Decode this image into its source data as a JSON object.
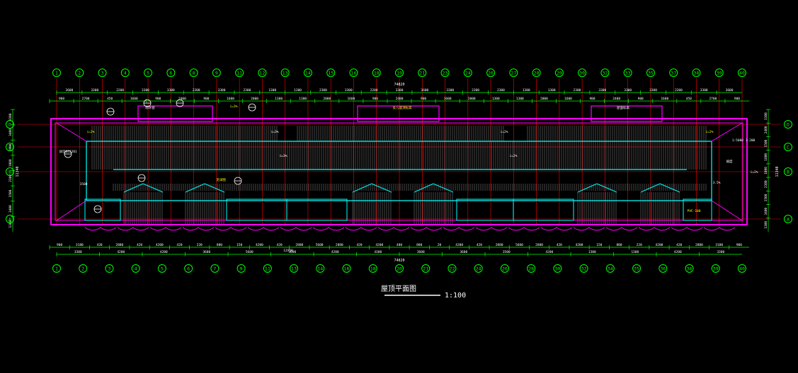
{
  "tabs": [
    "",
    "",
    ""
  ],
  "drawing": {
    "title": "屋顶平面图",
    "scale": "1:100",
    "overall_dimension": "74820",
    "side_dimension": "11340",
    "top_axes": [
      "1",
      "2",
      "3",
      "4",
      "5",
      "6",
      "8",
      "9",
      "11",
      "12",
      "13",
      "14",
      "15",
      "16",
      "18",
      "19",
      "21",
      "23",
      "24",
      "26",
      "27",
      "28",
      "29",
      "30",
      "32",
      "33",
      "35",
      "37",
      "38",
      "39",
      "40"
    ],
    "bottom_axes": [
      "1",
      "2",
      "3",
      "4",
      "5",
      "6",
      "7",
      "9",
      "11",
      "13",
      "14",
      "16",
      "18",
      "20",
      "21",
      "22",
      "24",
      "26",
      "28",
      "30",
      "32",
      "34",
      "35",
      "36",
      "38",
      "39",
      "40"
    ],
    "side_axes": [
      "D",
      "C",
      "B",
      "A"
    ],
    "top_dims_row1": [
      "3600",
      "3300",
      "2200",
      "3300",
      "3300",
      "2200",
      "3300",
      "2300",
      "1300",
      "1300",
      "2300",
      "3300",
      "2200",
      "3300",
      "3600",
      "3300",
      "2200",
      "2300",
      "1300",
      "1300",
      "2300",
      "3300",
      "3300",
      "3300",
      "2200",
      "3300",
      "3600"
    ],
    "top_dims_row2": [
      "900",
      "2700",
      "450",
      "1600",
      "900",
      "2400",
      "900",
      "1600",
      "2000",
      "1300",
      "1300",
      "2000",
      "1600",
      "900",
      "2400",
      "900",
      "1600",
      "2000",
      "1300",
      "1300",
      "2000",
      "1600",
      "900",
      "2400",
      "900",
      "1600",
      "450",
      "2700",
      "900"
    ],
    "bottom_dims_row1": [
      "900",
      "3180",
      "420",
      "2880",
      "420",
      "4200",
      "420",
      "220",
      "880",
      "150",
      "4200",
      "420",
      "2880",
      "5600",
      "2880",
      "420",
      "4200",
      "480",
      "880",
      "20",
      "4200",
      "420",
      "2880",
      "5600",
      "2880",
      "420",
      "4200",
      "150",
      "880",
      "220",
      "4200",
      "420",
      "2880",
      "3180",
      "900"
    ],
    "bottom_dims_row2": [
      "3300",
      "4200",
      "4200",
      "3600",
      "5600",
      "3600",
      "4200",
      "4300",
      "3600",
      "3600",
      "3500",
      "4200",
      "1300",
      "1300",
      "4200",
      "3300"
    ],
    "bottom_center": "12X50",
    "left_dims": [
      "1100",
      "3400",
      "1800",
      "1800",
      "2100",
      "1500",
      "3400",
      "1300"
    ],
    "right_dims": [
      "1100",
      "2400",
      "1500",
      "1800",
      "1800",
      "2100",
      "1500",
      "3400",
      "1300"
    ],
    "annotations": [
      "i=2%",
      "i=3%",
      "i=2%",
      "i=2%",
      "i=3%",
      "i=2%",
      "i=3%",
      "i=2%",
      "1:5000 1:200",
      "见详图",
      "1500",
      "3.5%",
      "女儿墙顶标高",
      "屋面标高",
      "雨水管",
      "PVC-100",
      "详见04J201",
      "坡度"
    ]
  },
  "colors": {
    "background": "#000000",
    "axis_bubble": "#00ff00",
    "dimension": "#00ff00",
    "wall_outline": "#ff00ff",
    "inner_outline": "#00ffff",
    "gridline": "#ff0000",
    "hatch": "#c0c0c0",
    "text": "#ffffff",
    "annotation": "#ffff00"
  }
}
